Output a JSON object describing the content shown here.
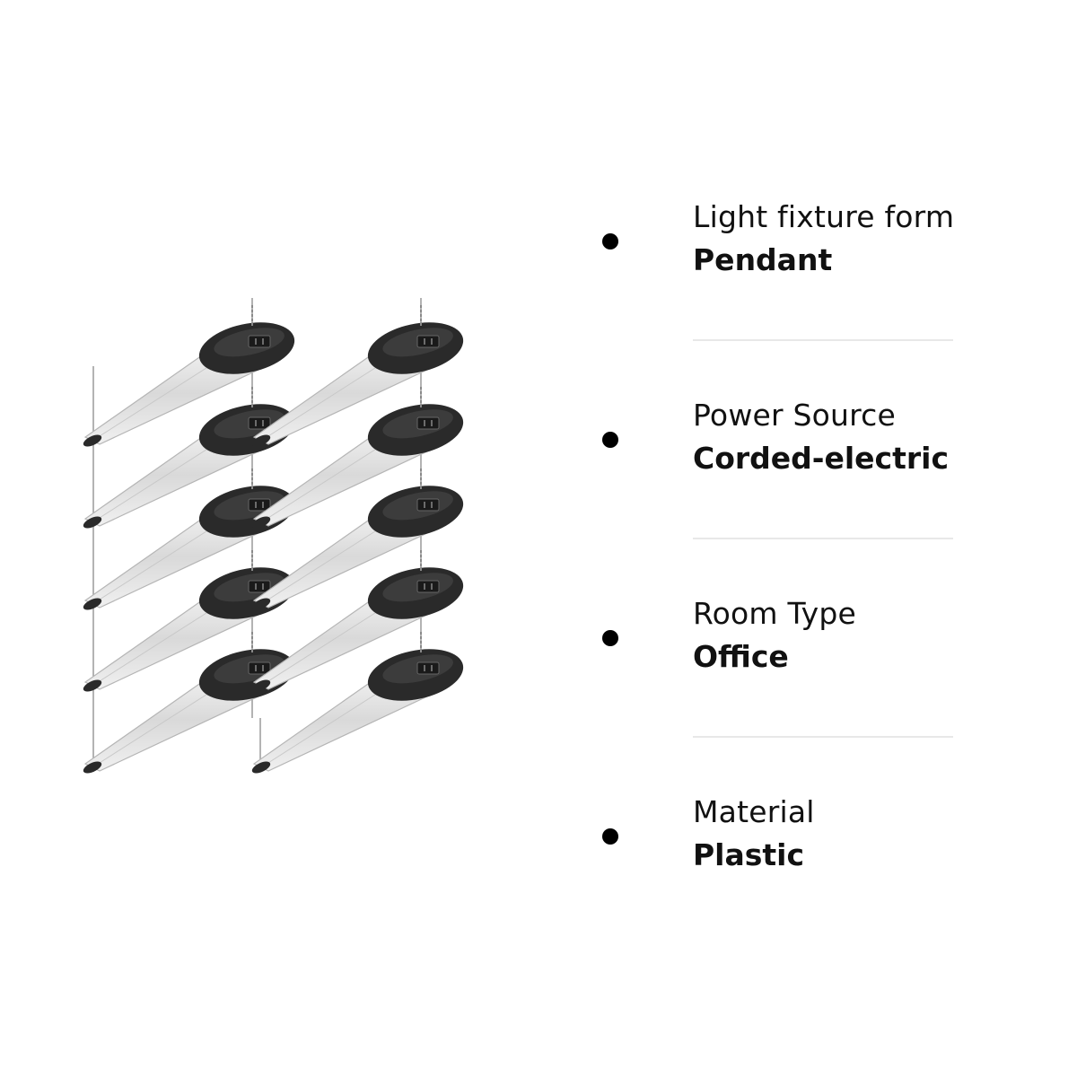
{
  "colors": {
    "bullet": "#000000",
    "text": "#111111",
    "divider": "#e8e8e8",
    "fixture_body": "#2a2a2a",
    "fixture_tube": "#e6e6e6"
  },
  "illustration": {
    "icon": "pendant-shop-light-icon",
    "columns": 2,
    "rows": 5
  },
  "attributes": [
    {
      "label": "Light fixture form",
      "value": "Pendant"
    },
    {
      "label": "Power Source",
      "value": "Corded-electric"
    },
    {
      "label": "Room Type",
      "value": "Office"
    },
    {
      "label": "Material",
      "value": "Plastic"
    }
  ]
}
